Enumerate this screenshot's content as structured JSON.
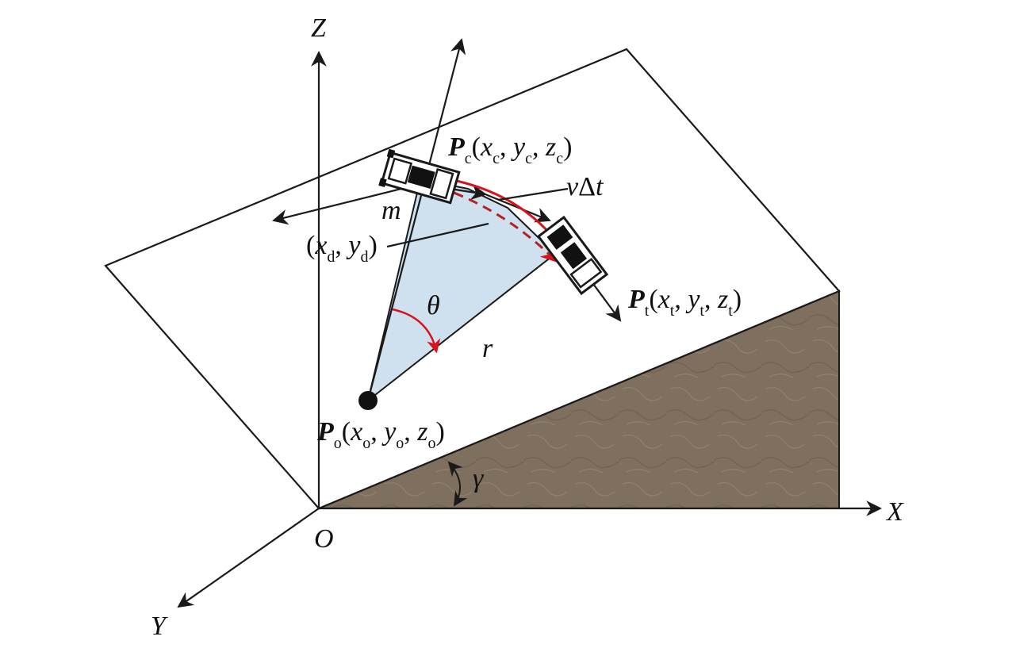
{
  "diagram": {
    "axes": {
      "z": "Z",
      "x": "X",
      "y": "Y",
      "origin": "O"
    },
    "points": {
      "pc": {
        "sym": "P",
        "sub": "c",
        "c1": "x",
        "c1sub": "c",
        "c2": "y",
        "c2sub": "c",
        "c3": "z",
        "c3sub": "c"
      },
      "pt": {
        "sym": "P",
        "sub": "t",
        "c1": "x",
        "c1sub": "t",
        "c2": "y",
        "c2sub": "t",
        "c3": "z",
        "c3sub": "t"
      },
      "po": {
        "sym": "P",
        "sub": "o",
        "c1": "x",
        "c1sub": "o",
        "c2": "y",
        "c2sub": "o",
        "c3": "z",
        "c3sub": "o"
      },
      "d": {
        "c1": "x",
        "c1sub": "d",
        "c2": "y",
        "c2sub": "d"
      }
    },
    "labels": {
      "distance_v": "v",
      "distance_delta": "Δ",
      "distance_t": "t",
      "m": "m",
      "theta": "θ",
      "r": "r",
      "gamma": "γ"
    },
    "punctuation": {
      "open": "(",
      "close": ")",
      "comma": ", "
    },
    "colors": {
      "sector_fill": "#cfe0ee",
      "arc_red": "#d8121b",
      "dash_red": "#b22222",
      "rock": "#7e6f5f",
      "line": "#1a1a1a"
    }
  }
}
